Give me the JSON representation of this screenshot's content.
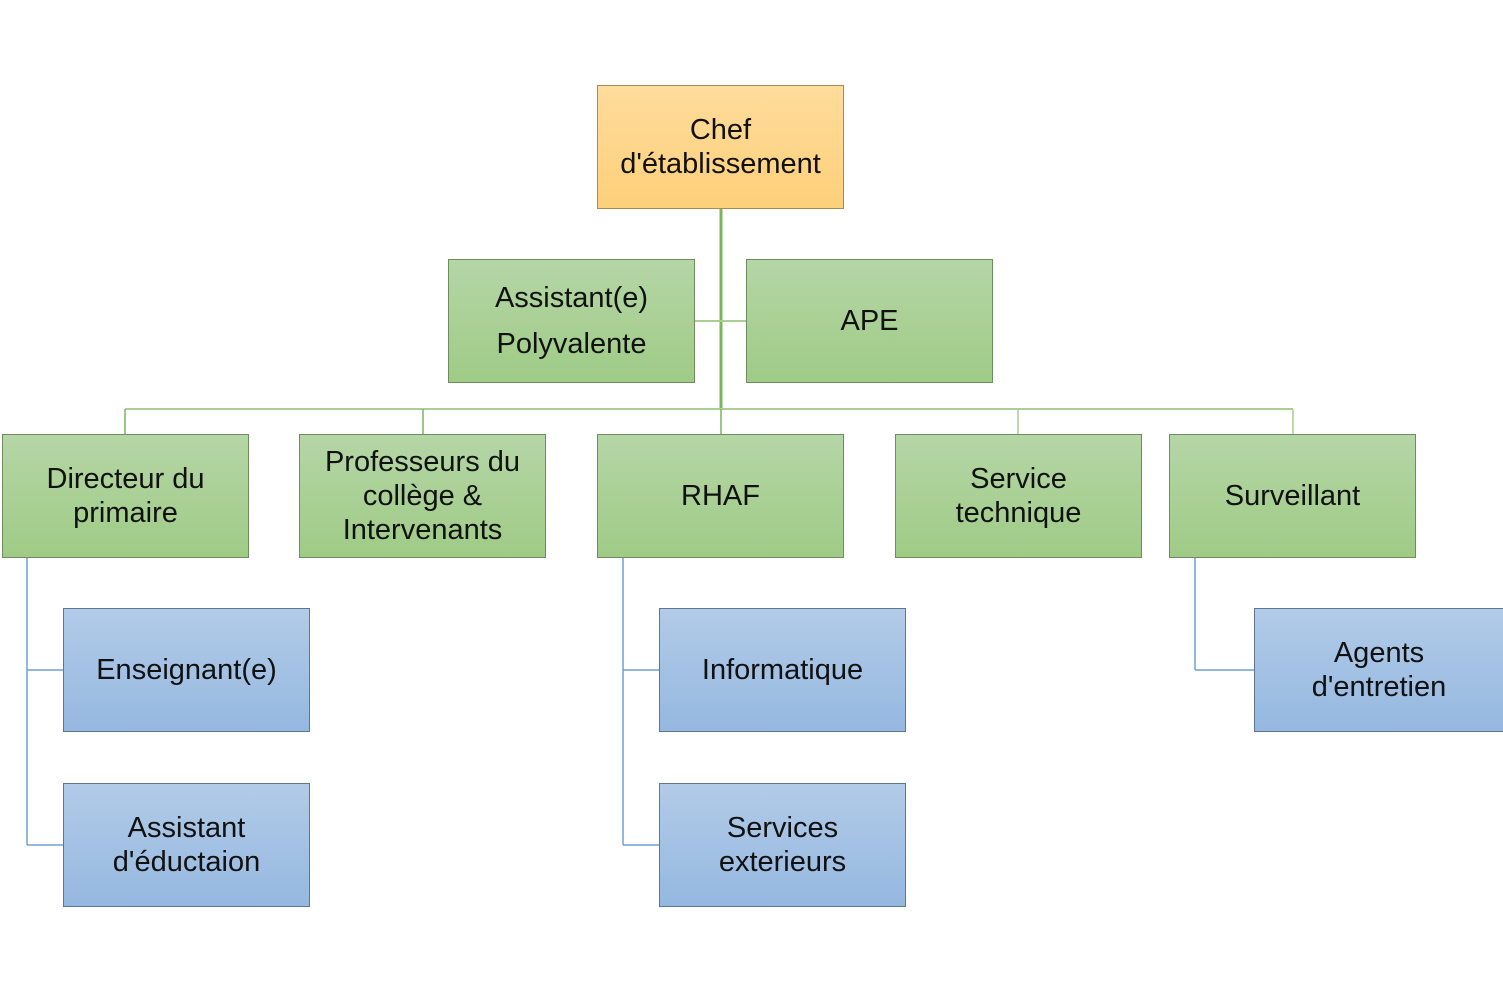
{
  "title": "Organigramme",
  "colors": {
    "top_fill": "#fdd07a",
    "level1_fill": "#a9d18e",
    "level2_fill": "#9dc3e6",
    "green_connector": "#7ab55c",
    "blue_connector": "#6fa0d4"
  },
  "nodes": {
    "chef": {
      "label": "Chef\nd'établissement"
    },
    "assistant_polyvalente": {
      "label": "Assistant(e)\nPolyvalente"
    },
    "ape": {
      "label": "APE"
    },
    "directeur_primaire": {
      "label": "Directeur du\nprimaire"
    },
    "professeurs": {
      "label": "Professeurs du\ncollège &\nIntervenants"
    },
    "rhaf": {
      "label": "RHAF"
    },
    "service_technique": {
      "label": "Service\ntechnique"
    },
    "surveillant": {
      "label": "Surveillant"
    },
    "enseignant": {
      "label": "Enseignant(e)"
    },
    "assistant_education": {
      "label": "Assistant\nd'éductaion"
    },
    "informatique": {
      "label": "Informatique"
    },
    "services_exterieurs": {
      "label": "Services\nexterieurs"
    },
    "agents_entretien": {
      "label": "Agents\nd'entretien"
    }
  },
  "hierarchy": {
    "chef": [
      "assistant_polyvalente",
      "ape",
      "directeur_primaire",
      "professeurs",
      "rhaf",
      "service_technique",
      "surveillant"
    ],
    "directeur_primaire": [
      "enseignant",
      "assistant_education"
    ],
    "rhaf": [
      "informatique",
      "services_exterieurs"
    ],
    "surveillant": [
      "agents_entretien"
    ]
  }
}
